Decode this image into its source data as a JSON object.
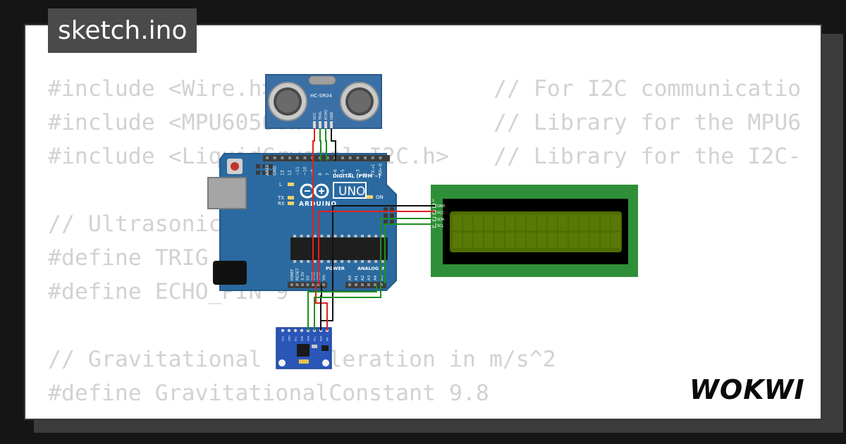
{
  "file_badge": {
    "filename": "sketch.ino"
  },
  "code_lines": [
    {
      "left": "#include <Wire.h>",
      "right": "// For I2C communicatio"
    },
    {
      "left": "#include <MPU6050.h>",
      "right": "// Library for the MPU6"
    },
    {
      "left": "#include <LiquidCrystal_I2C.h>",
      "right": "// Library for the I2C-"
    },
    {
      "left": "",
      "right": ""
    },
    {
      "left": "// Ultrasonic",
      "right": ""
    },
    {
      "left": "#define TRIG",
      "right": ""
    },
    {
      "left": "#define ECHO_PIN 9",
      "right": ""
    },
    {
      "left": "",
      "right": ""
    },
    {
      "left": "// Gravitational acceleration in m/s^2",
      "right": ""
    },
    {
      "left": "#define GravitationalConstant 9.8",
      "right": ""
    }
  ],
  "components": {
    "ultrasonic": {
      "label": "HC-SR04",
      "pins": [
        "VCC",
        "TRIG",
        "ECHO",
        "GND"
      ]
    },
    "arduino": {
      "model": "UNO",
      "brand": "ARDUINO",
      "digital_label": "DIGITAL (PWM ~)",
      "digital_pins": [
        "AREF",
        "GND",
        "13",
        "12",
        "~11",
        "~10",
        "~9",
        "8",
        "7",
        "~6",
        "~5",
        "4",
        "~3",
        "2",
        "TX→1",
        "RX←0"
      ],
      "power_label": "POWER",
      "power_pins": [
        "IOREF",
        "RESET",
        "3.3V",
        "5V",
        "GND",
        "GND",
        "Vin"
      ],
      "analog_label": "ANALOG IN",
      "analog_pins": [
        "A0",
        "A1",
        "A2",
        "A3",
        "A4",
        "A5"
      ],
      "led_labels": {
        "l": "L",
        "tx": "TX",
        "rx": "RX",
        "on": "ON"
      }
    },
    "lcd": {
      "pins": [
        "GND",
        "VCC",
        "SDA",
        "SCL"
      ],
      "pin_one": "1"
    },
    "mpu": {
      "pins": [
        "VCC",
        "GND",
        "SCL",
        "SDA",
        "XDA",
        "XCL",
        "AD0",
        "INT"
      ]
    }
  },
  "brand": {
    "logo": "WOKWI"
  },
  "colors": {
    "background": "#151515",
    "card": "#ffffff",
    "code_text": "#d2d2d2",
    "badge": "#4a4a4a",
    "arduino_board": "#2b6aa0",
    "hcsr04_board": "#3a70a6",
    "lcd_frame": "#2f8f38",
    "lcd_screen": "#4e6e00",
    "mpu_board": "#2a56b8",
    "wire_red": "#e02020",
    "wire_black": "#111111",
    "wire_green": "#1e8f1e"
  }
}
